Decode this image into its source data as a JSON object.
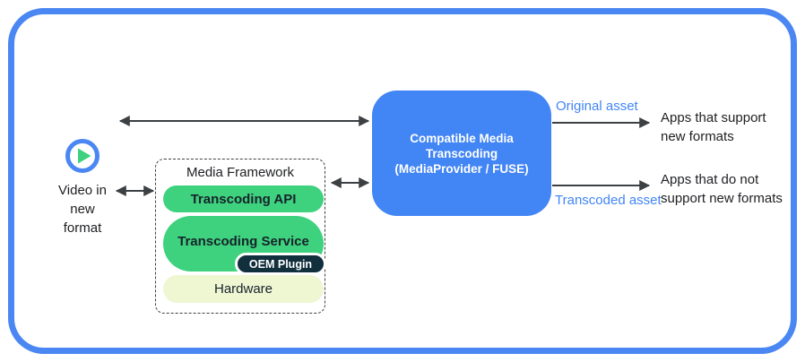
{
  "diagram": {
    "source": {
      "icon": "play-icon",
      "label_lines": [
        "Video in",
        "new",
        "format"
      ]
    },
    "media_framework": {
      "title": "Media Framework",
      "layers": {
        "transcoding_api": "Transcoding API",
        "transcoding_service": "Transcoding Service",
        "oem_plugin": "OEM Plugin",
        "hardware": "Hardware"
      }
    },
    "transcoder": {
      "lines": [
        "Compatible Media",
        "Transcoding",
        "(MediaProvider / FUSE)"
      ]
    },
    "outputs": {
      "original_asset_label": "Original asset",
      "transcoded_asset_label": "Transcoded asset",
      "apps_support_lines": [
        "Apps that support",
        "new formats"
      ],
      "apps_no_support_lines": [
        "Apps that do not",
        "support new formats"
      ]
    },
    "arrows": [
      {
        "name": "video-to-transcoder",
        "direction": "double"
      },
      {
        "name": "video-to-media-framework",
        "direction": "double"
      },
      {
        "name": "media-framework-to-transcoder",
        "direction": "double"
      },
      {
        "name": "transcoder-to-supporting-apps",
        "direction": "right"
      },
      {
        "name": "transcoder-to-non-supporting-apps",
        "direction": "right"
      }
    ],
    "colors": {
      "frame_blue": "#4a87f3",
      "transcoder_blue": "#4285f4",
      "pill_green": "#3ed27e",
      "hardware_pill": "#eef6d2",
      "oem_navy": "#122f3d",
      "asset_label_blue": "#4285f4",
      "arrow_gray": "#3c4043",
      "text_dark": "#202124"
    }
  }
}
